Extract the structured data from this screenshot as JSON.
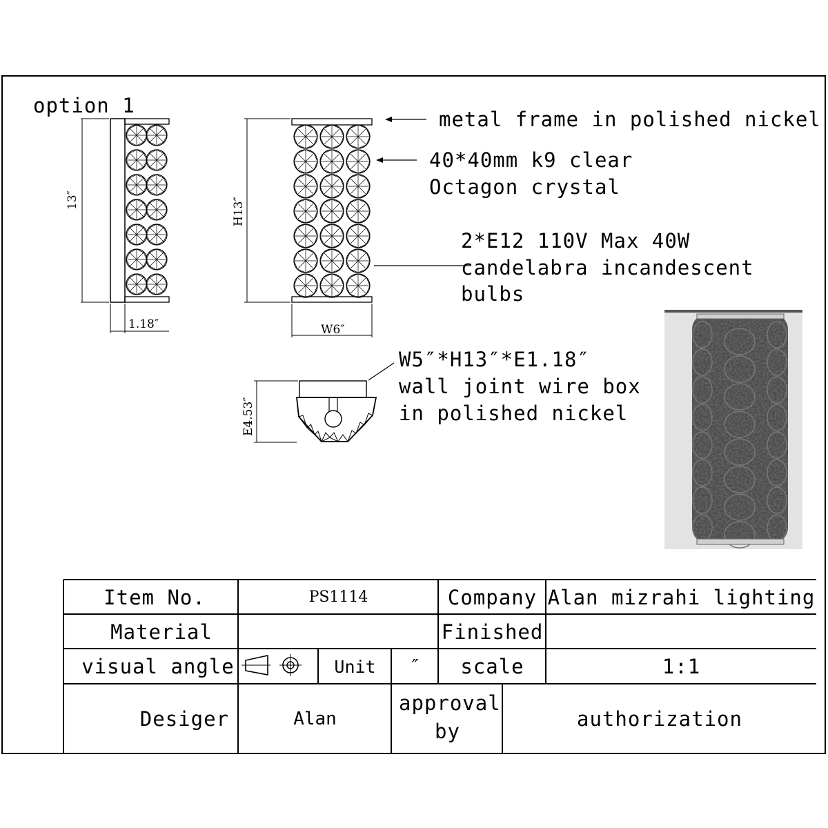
{
  "title": {
    "option_label": "option 1"
  },
  "dimensions": {
    "side_height": "13″",
    "side_depth": "1.18″",
    "front_height": "H13″",
    "front_width": "W6″",
    "top_extension": "E4.53″"
  },
  "annotations": {
    "frame": "metal frame in polished nickel",
    "crystal_line1": "40*40mm k9 clear",
    "crystal_line2": "Octagon crystal",
    "bulb_line1": "2*E12  110V Max 40W",
    "bulb_line2": "candelabra incandescent",
    "bulb_line3": "bulbs",
    "box_line1": "W5″*H13″*E1.18″",
    "box_line2": "wall joint wire box",
    "box_line3": "in polished nickel"
  },
  "title_block": {
    "item_no_label": "Item No.",
    "item_no_value": "PS1114",
    "company_label": "Company",
    "company_value": "Alan mizrahi lighting",
    "material_label": "Material",
    "material_value": "",
    "finished_label": "Finished",
    "finished_value": "",
    "visual_angle_label": "visual angle",
    "unit_label": "Unit",
    "unit_value": "″",
    "scale_label": "scale",
    "scale_value": "1:1",
    "designer_label": "Desiger",
    "designer_value": "Alan",
    "approval_line1": "approval",
    "approval_line2": "by",
    "authorization_label": "authorization"
  },
  "icons": {
    "projection_symbol": "first-angle-projection-icon",
    "photo": "crystal-sconce-photo"
  },
  "colors": {
    "line": "#000000",
    "paper": "#ffffff",
    "photo_bg": "#e3e3e3",
    "photo_crystal": "#3a3a3a",
    "photo_frame": "#bfbfbf"
  }
}
